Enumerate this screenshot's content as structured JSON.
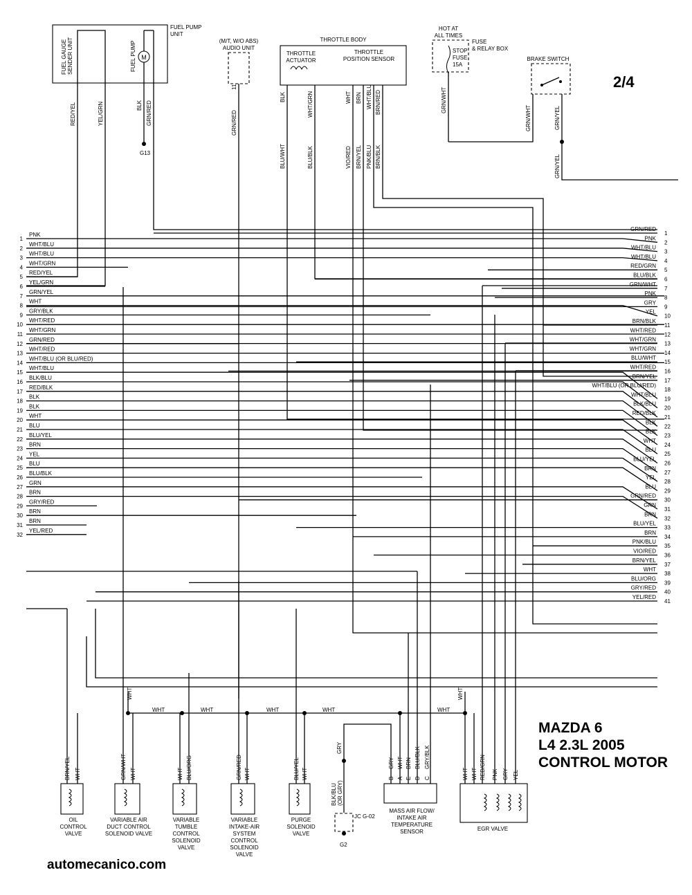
{
  "page_number": "2/4",
  "title": {
    "line1": "MAZDA 6",
    "line2": "L4 2.3L 2005",
    "line3": "CONTROL MOTOR"
  },
  "website": "automecanico.com",
  "top_components": {
    "fuel_pump_unit": "FUEL PUMP UNIT",
    "fuel_gauge_sender": "FUEL GAUGE SENDER UNIT",
    "fuel_pump": "FUEL PUMP",
    "motor_symbol": "M",
    "ground_g13": "G13",
    "audio_unit": "(M/T, W/O ABS) AUDIO UNIT",
    "audio_pin": "11",
    "throttle_body": "THROTTLE BODY",
    "throttle_actuator": "THROTTLE ACTUATOR",
    "tps": "THROTTLE POSITION SENSOR",
    "hot_at_all_times": "HOT AT ALL TIMES",
    "fuse_relay_box": "FUSE & RELAY BOX",
    "stop_fuse": "STOP FUSE 15A",
    "brake_switch": "BRAKE SWITCH"
  },
  "top_wires_upper": [
    "RED/YEL",
    "YEL/GRN",
    "BLK",
    "GRN/RED",
    "GRN/RED",
    "BLK",
    "WHT/GRN",
    "WHT",
    "BRN",
    "WHT/BLU",
    "BRN/RED",
    "GRN/WHT",
    "GRN/WHT",
    "GRN/YEL"
  ],
  "top_wires_lower": [
    "BLU/WHT",
    "BLU/BLK",
    "VIO/RED",
    "BRN/YEL",
    "PNK/BLU",
    "BRN/BLK",
    "GRN/YEL"
  ],
  "left_connector": [
    {
      "pin": "1",
      "color": "PNK"
    },
    {
      "pin": "2",
      "color": "WHT/BLU"
    },
    {
      "pin": "3",
      "color": "WHT/BLU"
    },
    {
      "pin": "4",
      "color": "WHT/GRN"
    },
    {
      "pin": "5",
      "color": "RED/YEL"
    },
    {
      "pin": "6",
      "color": "YEL/GRN"
    },
    {
      "pin": "7",
      "color": "GRN/YEL"
    },
    {
      "pin": "8",
      "color": "WHT"
    },
    {
      "pin": "9",
      "color": "GRY/BLK"
    },
    {
      "pin": "10",
      "color": "WHT/RED"
    },
    {
      "pin": "11",
      "color": "WHT/GRN"
    },
    {
      "pin": "12",
      "color": "GRN/RED"
    },
    {
      "pin": "13",
      "color": "WHT/RED"
    },
    {
      "pin": "14",
      "color": "WHT/BLU (OR BLU/RED)"
    },
    {
      "pin": "15",
      "color": "WHT/BLU"
    },
    {
      "pin": "16",
      "color": "BLK/BLU"
    },
    {
      "pin": "17",
      "color": "RED/BLK"
    },
    {
      "pin": "18",
      "color": "BLK"
    },
    {
      "pin": "19",
      "color": "BLK"
    },
    {
      "pin": "20",
      "color": "WHT"
    },
    {
      "pin": "21",
      "color": "BLU"
    },
    {
      "pin": "22",
      "color": "BLU/YEL"
    },
    {
      "pin": "23",
      "color": "BRN"
    },
    {
      "pin": "24",
      "color": "YEL"
    },
    {
      "pin": "25",
      "color": "BLU"
    },
    {
      "pin": "26",
      "color": "BLU/BLK"
    },
    {
      "pin": "27",
      "color": "GRN"
    },
    {
      "pin": "28",
      "color": "BRN"
    },
    {
      "pin": "29",
      "color": "GRY/RED"
    },
    {
      "pin": "30",
      "color": "BRN"
    },
    {
      "pin": "31",
      "color": "BRN"
    },
    {
      "pin": "32",
      "color": "YEL/RED"
    }
  ],
  "right_connector": [
    {
      "pin": "1",
      "color": "GRN/RED"
    },
    {
      "pin": "2",
      "color": "PNK"
    },
    {
      "pin": "3",
      "color": "WHT/BLU"
    },
    {
      "pin": "4",
      "color": "WHT/BLU"
    },
    {
      "pin": "5",
      "color": "RED/GRN"
    },
    {
      "pin": "6",
      "color": "BLU/BLK"
    },
    {
      "pin": "7",
      "color": "GRN/WHT"
    },
    {
      "pin": "8",
      "color": "PNK"
    },
    {
      "pin": "9",
      "color": "GRY"
    },
    {
      "pin": "10",
      "color": "YEL"
    },
    {
      "pin": "11",
      "color": "BRN/BLK"
    },
    {
      "pin": "12",
      "color": "WHT/RED"
    },
    {
      "pin": "13",
      "color": "WHT/GRN"
    },
    {
      "pin": "14",
      "color": "WHT/GRN"
    },
    {
      "pin": "15",
      "color": "BLU/WHT"
    },
    {
      "pin": "16",
      "color": "WHT/RED"
    },
    {
      "pin": "17",
      "color": "BRN/YEL"
    },
    {
      "pin": "18",
      "color": "WHT/BLU (OR BLU/RED)"
    },
    {
      "pin": "19",
      "color": "WHT/BLU"
    },
    {
      "pin": "20",
      "color": "BLK/BLU"
    },
    {
      "pin": "21",
      "color": "RED/BLK"
    },
    {
      "pin": "22",
      "color": "BLK"
    },
    {
      "pin": "23",
      "color": "BLK"
    },
    {
      "pin": "24",
      "color": "WHT"
    },
    {
      "pin": "25",
      "color": "BLU"
    },
    {
      "pin": "26",
      "color": "BLU/YEL"
    },
    {
      "pin": "27",
      "color": "BRN"
    },
    {
      "pin": "28",
      "color": "YEL"
    },
    {
      "pin": "29",
      "color": "BLU"
    },
    {
      "pin": "30",
      "color": "GRN/RED"
    },
    {
      "pin": "31",
      "color": "GRN"
    },
    {
      "pin": "32",
      "color": "BRN"
    },
    {
      "pin": "33",
      "color": "BLU/YEL"
    },
    {
      "pin": "34",
      "color": "BRN"
    },
    {
      "pin": "35",
      "color": "PNK/BLU"
    },
    {
      "pin": "36",
      "color": "VIO/RED"
    },
    {
      "pin": "37",
      "color": "BRN/YEL"
    },
    {
      "pin": "38",
      "color": "WHT"
    },
    {
      "pin": "39",
      "color": "BLU/ORG"
    },
    {
      "pin": "40",
      "color": "GRY/RED"
    },
    {
      "pin": "41",
      "color": "YEL/RED"
    }
  ],
  "bus": {
    "color": "WHT"
  },
  "bottom_components": [
    {
      "name": "OIL CONTROL VALVE",
      "wires": [
        "BRN/YEL",
        "WHT"
      ]
    },
    {
      "name": "VARIABLE AIR DUCT CONTROL SOLENOID VALVE",
      "wires": [
        "GRN/WHT",
        "WHT"
      ]
    },
    {
      "name": "VARIABLE TUMBLE CONTROL SOLENOID VALVE",
      "wires": [
        "WHT",
        "BLU/ORG"
      ]
    },
    {
      "name": "VARIABLE INTAKE-AIR SYSTEM CONTROL SOLENOID VALVE",
      "wires": [
        "GRN/RED",
        "WHT"
      ]
    },
    {
      "name": "PURGE SOLENOID VALVE",
      "wires": [
        "BLU/YEL",
        "WHT"
      ]
    },
    {
      "name": "MASS AIR FLOW/ INTAKE AIR TEMPERATURE SENSOR",
      "wires": [
        "GRY",
        "WHT",
        "BRN",
        "BLU/BLK",
        "GRY/BLK"
      ],
      "pins": [
        "B",
        "A",
        "E",
        "D",
        "C"
      ]
    },
    {
      "name": "EGR VALVE",
      "wires": [
        "WHT",
        "WHT",
        "RED/GRN",
        "PNK",
        "GRY",
        "YEL"
      ]
    }
  ],
  "jc_ground": {
    "wire_top": "GRY",
    "wire_bottom": "BLK/BLU (OR GRY)",
    "jc": "JC G-02",
    "ground": "G2"
  }
}
